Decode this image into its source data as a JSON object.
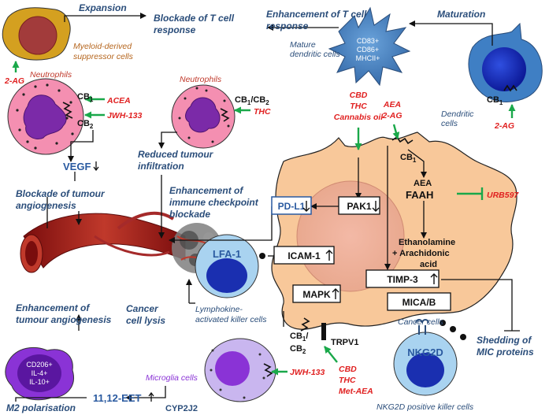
{
  "labels": {
    "expansion": "Expansion",
    "blockade_t1": "Blockade of T cell",
    "blockade_t2": "response",
    "enhance_t1": "Enhancement of T cell",
    "enhance_t2": "response",
    "maturation": "Maturation",
    "mature_dc1": "Mature",
    "mature_dc2": "dendritic cells",
    "mdsc1": "Myeloid-derived",
    "mdsc2": "suppressor cells",
    "dendritic1": "Dendritic",
    "dendritic2": "cells",
    "neutrophils_left": "Neutrophils",
    "neutrophils_mid": "Neutrophils",
    "vegf": "VEGF",
    "blockade_angio1": "Blockade of tumour",
    "blockade_angio2": "angiogenesis",
    "reduced_infil1": "Reduced tumour",
    "reduced_infil2": "infiltration",
    "enh_checkpoint1": "Enhancement of",
    "enh_checkpoint2": "immune checkpoint",
    "enh_checkpoint3": "blockade",
    "enh_angio1": "Enhancement of",
    "enh_angio2": "tumour angiogenesis",
    "cancer_lysis1": "Cancer",
    "cancer_lysis2": "cell lysis",
    "lak1": "Lymphokine-",
    "lak2": "activated killer cells",
    "cancer_cells": "Cancer cells",
    "microglia": "Microglia cells",
    "m2": "M2 polarisation",
    "eet": "11,12-EET",
    "cyp": "CYP2J2",
    "shedding1": "Shedding of",
    "shedding2": "MIC proteins",
    "nkg2d_cells": "NKG2D positive killer cells",
    "aea": "AEA",
    "faah": "FAAH",
    "ethanolamine1": "Ethanolamine",
    "ethanolamine2": "+ Arachidonic",
    "ethanolamine3": "acid",
    "trpv1": "TRPV1"
  },
  "receptors": {
    "cb1": "CB",
    "cb1_sub": "1",
    "cb2": "CB",
    "cb2_sub": "2"
  },
  "drugs": {
    "two_ag_left": "2-AG",
    "acea": "ACEA",
    "jwh_left": "JWH-133",
    "thc_mid": "THC",
    "cbd_top": "CBD",
    "thc_top": "THC",
    "cannabis_oil": "Cannabis oil",
    "aea_top": "AEA",
    "two_ag_top": "2-AG",
    "two_ag_right": "2-AG",
    "urb597": "URB597",
    "jwh_bottom": "JWH-133",
    "cbd_bottom": "CBD",
    "thc_bottom": "THC",
    "met_aea": "Met-AEA"
  },
  "boxes": {
    "pdl1": "PD-L1",
    "pak1": "PAK1",
    "icam1": "ICAM-1",
    "mapk": "MAPK",
    "timp3": "TIMP-3",
    "mica": "MICA/B"
  },
  "markers": {
    "dc1": "CD83+",
    "dc2": "CD86+",
    "dc3": "MHCII+",
    "m1": "CD206+",
    "m2": "IL-4+",
    "m3": "IL-10+"
  },
  "cell_labels": {
    "lfa1": "LFA-1",
    "nkg2d": "NKG2D"
  },
  "colors": {
    "cancer": "#f8c89a",
    "neutrophil": "#f48fb1",
    "nucleus_purple": "#7b2aa8",
    "mdsc": "#d4a020",
    "dendritic": "#3f7fc4",
    "dark_blue": "#1a2fb0",
    "lak": "#a9d3f0",
    "microglia": "#c9b6ef",
    "m2cell": "#8a33d6",
    "arrow_green": "#1aa84a",
    "drug_red": "#e02020",
    "label_blue": "#2a4d7a"
  }
}
